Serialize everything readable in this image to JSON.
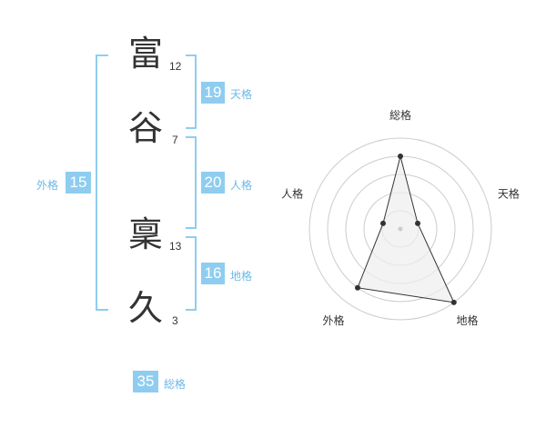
{
  "name": {
    "chars": [
      {
        "char": "富",
        "strokes": "12"
      },
      {
        "char": "谷",
        "strokes": "7"
      },
      {
        "char": "稟",
        "strokes": "13"
      },
      {
        "char": "久",
        "strokes": "3"
      }
    ]
  },
  "kakusu": {
    "tenkaku": {
      "value": "19",
      "label": "天格"
    },
    "jinkaku": {
      "value": "20",
      "label": "人格"
    },
    "chikaku": {
      "value": "16",
      "label": "地格"
    },
    "gaikaku": {
      "value": "15",
      "label": "外格"
    },
    "soukaku": {
      "value": "35",
      "label": "総格"
    }
  },
  "chart_data": {
    "type": "radar",
    "axes": [
      "総格",
      "天格",
      "地格",
      "外格",
      "人格"
    ],
    "values": [
      4,
      1,
      5,
      4,
      1
    ],
    "rmax": 5,
    "rings": 5,
    "colors": {
      "fill": "#eeeeee",
      "stroke": "#333333",
      "grid": "#cccccc"
    }
  },
  "colors": {
    "accent": "#8fcdf0",
    "label": "#6cb8e6"
  }
}
